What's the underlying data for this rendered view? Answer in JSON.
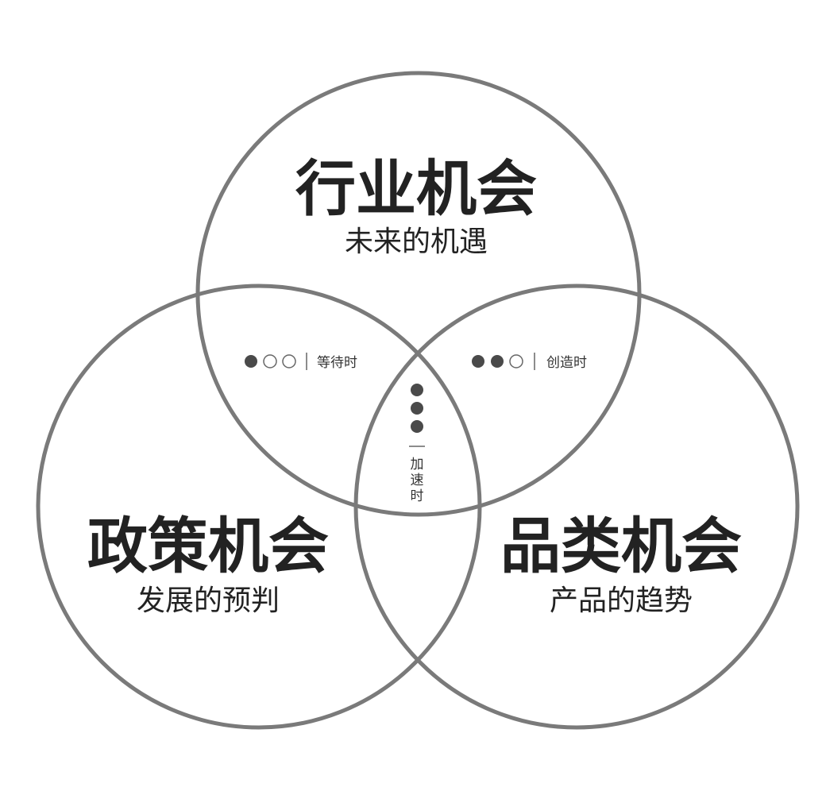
{
  "circles": {
    "top": {
      "title": "行业机会",
      "subtitle": "未来的机遇"
    },
    "left": {
      "title": "政策机会",
      "subtitle": "发展的预判"
    },
    "right": {
      "title": "品类机会",
      "subtitle": "产品的趋势"
    }
  },
  "overlaps": {
    "top_left": {
      "label": "等待时",
      "level": 1,
      "max": 3
    },
    "top_right": {
      "label": "创造时",
      "level": 2,
      "max": 3
    },
    "center": {
      "label_chars": [
        "加",
        "速",
        "时"
      ],
      "level": 3,
      "max": 3
    }
  },
  "colors": {
    "ring": "#7a7a7a",
    "dot": "#4a4a4a",
    "text": "#222222"
  }
}
